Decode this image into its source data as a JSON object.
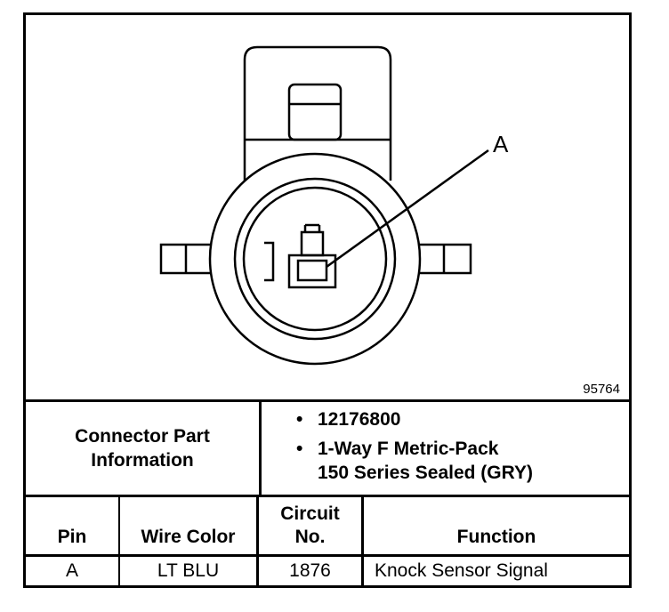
{
  "figure": {
    "id_label": "95764",
    "callout_label": "A"
  },
  "info": {
    "label_line1": "Connector Part",
    "label_line2": "Information",
    "part_number": "12176800",
    "desc_line1": "1-Way F Metric-Pack",
    "desc_line2": "150 Series Sealed (GRY)"
  },
  "table": {
    "headers": {
      "pin": "Pin",
      "wire_color": "Wire Color",
      "circuit_line1": "Circuit",
      "circuit_line2": "No.",
      "function": "Function"
    },
    "rows": [
      {
        "pin": "A",
        "wire_color": "LT BLU",
        "circuit": "1876",
        "function": "Knock Sensor Signal"
      }
    ]
  }
}
